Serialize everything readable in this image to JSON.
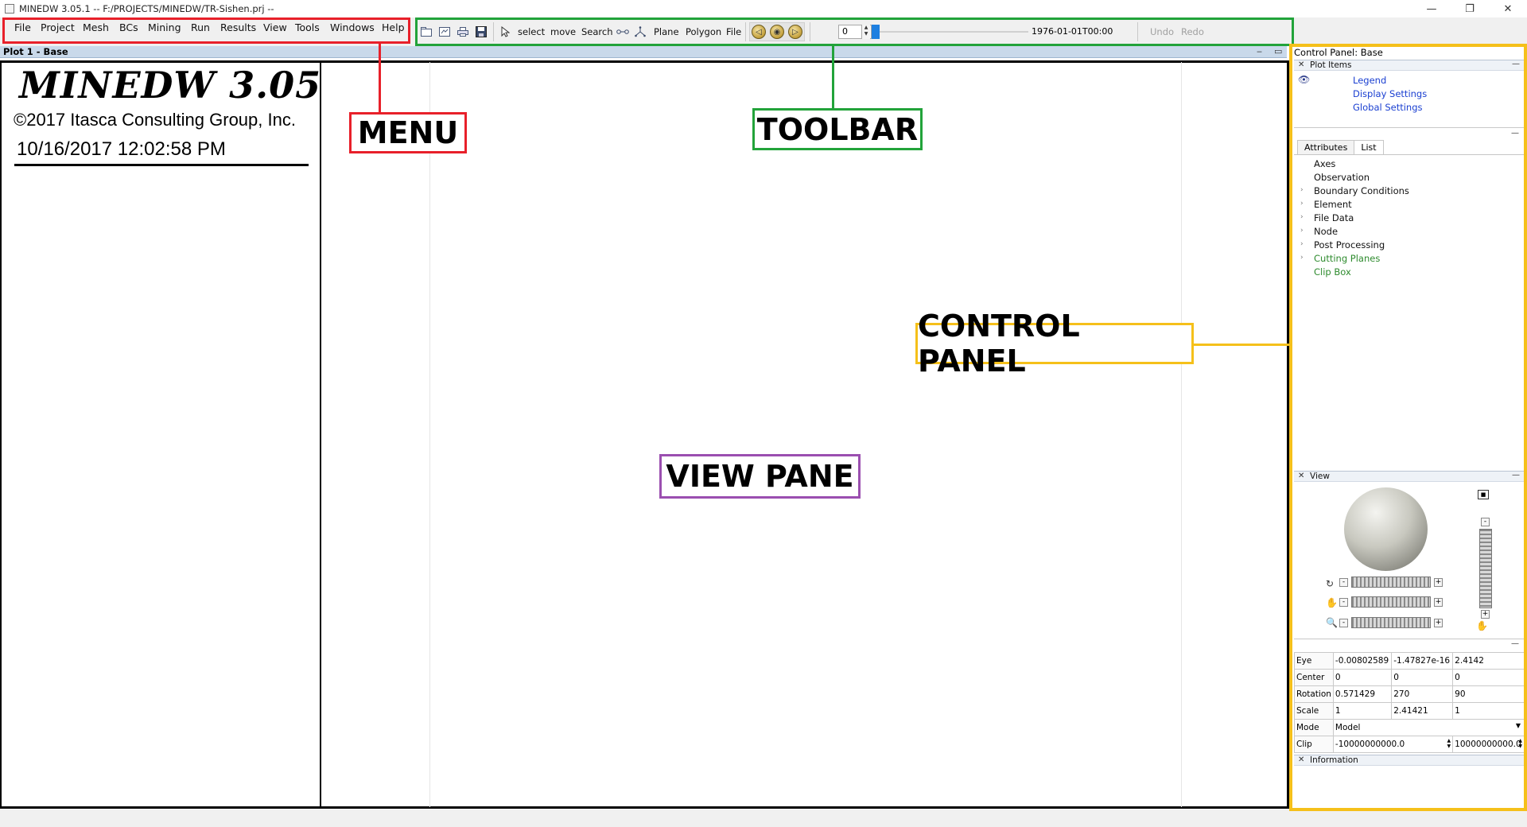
{
  "window": {
    "title": "MINEDW 3.05.1 -- F:/PROJECTS/MINEDW/TR-Sishen.prj --",
    "minimize_glyph": "—",
    "restore_glyph": "❐",
    "close_glyph": "✕"
  },
  "menu": {
    "items": [
      "File",
      "Project",
      "Mesh",
      "BCs",
      "Mining",
      "Run",
      "Results",
      "View",
      "Tools",
      "Windows",
      "Help"
    ]
  },
  "toolbar": {
    "icons": [
      "new-icon",
      "open-icon",
      "print-icon",
      "save-icon",
      "pointer-icon",
      "link-icon",
      "axes-icon"
    ],
    "select": "select",
    "move": "move",
    "search": "Search",
    "plane": "Plane",
    "polygon": "Polygon",
    "file": "File",
    "time_step_value": "0",
    "time_label": "1976-01-01T00:00",
    "undo": "Undo",
    "redo": "Redo"
  },
  "plot": {
    "header": "Plot 1 - Base",
    "minimize_glyph": "‒",
    "maximize_glyph": "▭"
  },
  "logo": {
    "title": "MINEDW 3.05",
    "copyright": "©2017 Itasca Consulting Group, Inc.",
    "datetime": "10/16/2017 12:02:58 PM"
  },
  "control_panel": {
    "title": "Control Panel: Base",
    "plot_items_header": "Plot Items",
    "plot_items": [
      "Legend",
      "Display Settings",
      "Global Settings"
    ],
    "tabs": [
      "Attributes",
      "List"
    ],
    "active_tab": "List",
    "list_items": [
      {
        "label": "Axes",
        "expandable": false,
        "color": "#111111"
      },
      {
        "label": "Observation",
        "expandable": false,
        "color": "#111111"
      },
      {
        "label": "Boundary Conditions",
        "expandable": true,
        "color": "#111111"
      },
      {
        "label": "Element",
        "expandable": true,
        "color": "#111111"
      },
      {
        "label": "File Data",
        "expandable": true,
        "color": "#111111"
      },
      {
        "label": "Node",
        "expandable": true,
        "color": "#111111"
      },
      {
        "label": "Post Processing",
        "expandable": true,
        "color": "#111111"
      },
      {
        "label": "Cutting Planes",
        "expandable": true,
        "color": "#2e8b2e"
      },
      {
        "label": "Clip Box",
        "expandable": false,
        "color": "#2e8b2e"
      }
    ],
    "view_header": "View",
    "view_table": [
      {
        "label": "Eye",
        "values": [
          "-0.00802589",
          "-1.47827e-16",
          "2.4142"
        ]
      },
      {
        "label": "Center",
        "values": [
          "0",
          "0",
          "0"
        ]
      },
      {
        "label": "Rotation",
        "values": [
          "0.571429",
          "270",
          "90"
        ]
      },
      {
        "label": "Scale",
        "values": [
          "1",
          "2.41421",
          "1"
        ]
      }
    ],
    "mode_label": "Mode",
    "mode_value": "Model",
    "clip_label": "Clip",
    "clip_min": "-10000000000.0",
    "clip_max": "10000000000.0",
    "information_header": "Information"
  },
  "annotations": {
    "menu": {
      "label": "MENU",
      "color": "#e8202a"
    },
    "toolbar": {
      "label": "TOOLBAR",
      "color": "#22a33a"
    },
    "control_panel": {
      "label": "CONTROL PANEL",
      "color": "#f5c01a"
    },
    "view_pane": {
      "label": "VIEW PANE",
      "color": "#9b4fb0"
    }
  }
}
